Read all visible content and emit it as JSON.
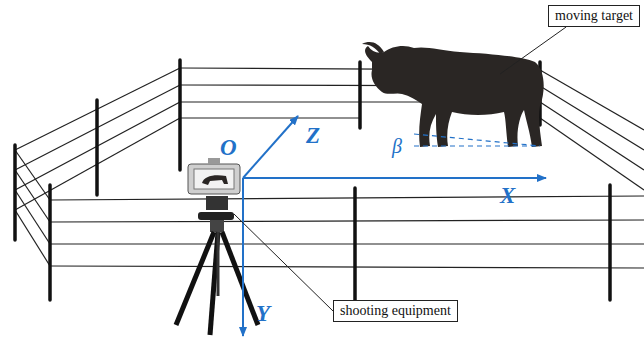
{
  "diagram": {
    "nodes": [
      {
        "text": [
          "moving target"
        ]
      },
      {
        "text": [
          "shooting equipment"
        ]
      }
    ],
    "labels": [
      "O",
      "Z",
      "X",
      "Y",
      "β"
    ]
  }
}
